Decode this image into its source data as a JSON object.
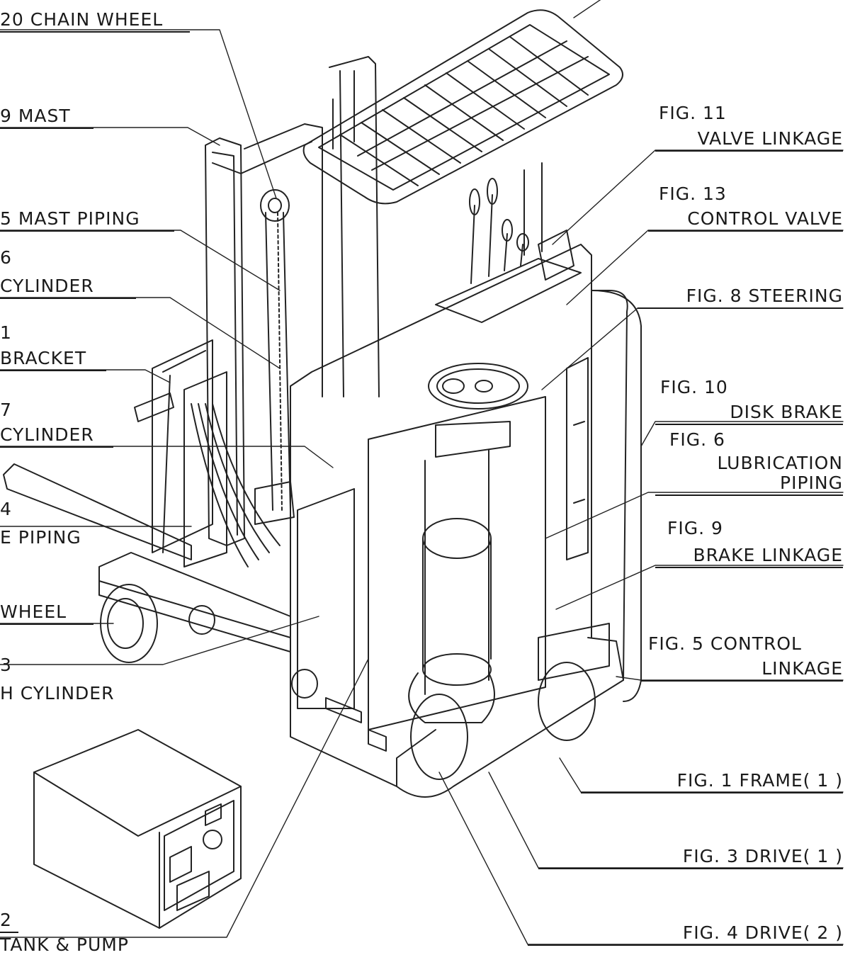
{
  "labels": {
    "chain_wheel": "20 CHAIN WHEEL",
    "mast": "9 MAST",
    "mast_piping": "5 MAST  PIPING",
    "six": "6",
    "cylinder_6": "CYLINDER",
    "one": "1",
    "bracket": "BRACKET",
    "seven": "7",
    "cylinder_7": "CYLINDER",
    "four": "4",
    "e_piping": "E PIPING",
    "wheel": "WHEEL",
    "three": "3",
    "h_cylinder": "H  CYLINDER",
    "two": "2",
    "tank_pump": "TANK  &  PUMP",
    "fig11_num": "FIG. 11",
    "fig11_name": "VALVE  LINKAGE",
    "fig13_num": "FIG. 13",
    "fig13_name": "CONTROL  VALVE",
    "fig8": "FIG. 8 STEERING",
    "fig10_num": "FIG. 10",
    "fig10_name": "DISK  BRAKE",
    "fig6_num": "FIG. 6",
    "fig6_name1": "LUBRICATION",
    "fig6_name2": "PIPING",
    "fig9_num": "FIG. 9",
    "fig9_name": "BRAKE  LINKAGE",
    "fig5_line1": "FIG. 5 CONTROL",
    "fig5_line2": "LINKAGE",
    "fig1": "FIG. 1  FRAME( 1 )",
    "fig3": "FIG. 3 DRIVE( 1 )",
    "fig4": "FIG. 4 DRIVE( 2 )"
  }
}
